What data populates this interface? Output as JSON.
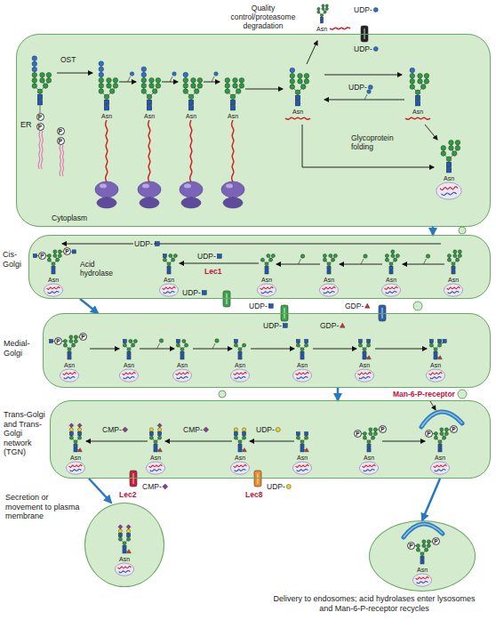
{
  "diagram": {
    "nodes": [
      {
        "text": [
          "ER"
        ]
      },
      {
        "text": [
          "Cis- Golgi"
        ]
      },
      {
        "text": [
          "Medial- Golgi"
        ]
      },
      {
        "text": [
          "Trans-Golgi and Trans-Golgi network (TGN)"
        ]
      },
      {
        "text": [
          "Secretion or movement to plasma membrane"
        ]
      },
      {
        "text": [
          "Delivery to endosomes; acid hydrolases enter lysosomes and Man-6-P-receptor recycles"
        ]
      }
    ],
    "edges": [
      {
        "from": 0,
        "to": 1,
        "arrow": "to"
      },
      {
        "from": 1,
        "to": 2,
        "arrow": "to"
      },
      {
        "from": 2,
        "to": 3,
        "arrow": "to"
      },
      {
        "from": 3,
        "to": 4,
        "arrow": "to"
      },
      {
        "from": 3,
        "to": 5,
        "arrow": "to"
      }
    ],
    "labels": [
      "Asn",
      "Asn",
      "Asn",
      "Asn",
      "Asn",
      "Asn",
      "Asn",
      "Asn",
      "Asn",
      "Asn",
      "Asn",
      "Asn",
      "Asn",
      "Asn",
      "Asn",
      "Asn",
      "Asn",
      "Asn",
      "Asn",
      "Asn",
      "Asn",
      "Asn",
      "Asn",
      "Asn",
      "Asn",
      "Asn",
      "Asn",
      "Asn",
      "Asn",
      "P",
      "P",
      "P",
      "P",
      "P",
      "P",
      "P",
      "P",
      "P",
      "P",
      "P",
      "P",
      "P",
      "P",
      "Quality control/proteasome degradation",
      "UDP-",
      "UDP-",
      "OST",
      "UDP-",
      "Glycoprotein folding",
      "Cytoplasm",
      "UDP-",
      "Acid hydrolase",
      "Lec1",
      "UDP-",
      "UDP-",
      "UDP-",
      "GDP-",
      "UDP-",
      "GDP-",
      "Man-6-P-receptor",
      "UDP-",
      "CMP-",
      "CMP-",
      "CMP-",
      "UDP-",
      "Lec2",
      "Lec8"
    ]
  }
}
